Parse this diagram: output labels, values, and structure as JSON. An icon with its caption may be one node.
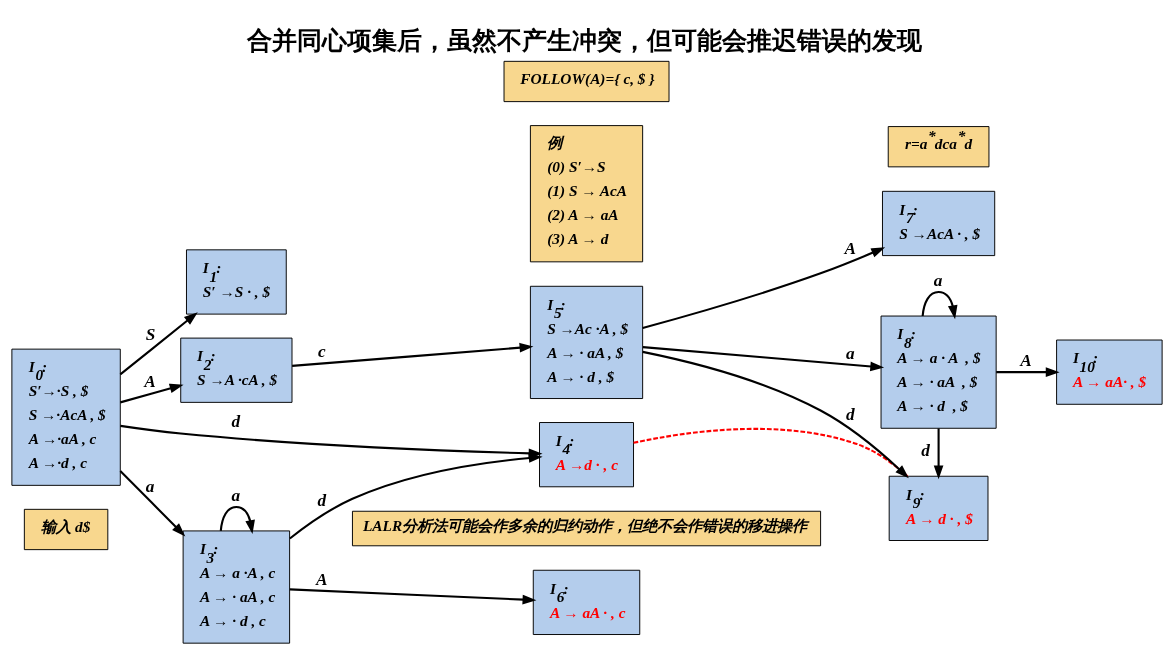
{
  "diagram": {
    "title": "合并同心项集后，虽然不产生冲突，但可能会推迟错误的发现",
    "nodes": [
      {
        "text": [
          "输入 d$"
        ]
      },
      {
        "text": [
          "I$_{0}$:",
          "S′→·S , $",
          "S →·AcA , $",
          "A →·aA , c",
          "A →·d , c"
        ]
      },
      {
        "text": [
          "I$_{1}$:",
          "S′ →S · , $"
        ]
      },
      {
        "text": [
          "I$_{2}$:",
          "S →A ·cA , $"
        ]
      },
      {
        "text": [
          "I$_{3}$:",
          "A → a ·A , c",
          "A → · aA , c",
          "A → · d , c"
        ]
      },
      {
        "text": [
          "I$_{4}$:",
          "A →d · , c"
        ]
      },
      {
        "text": [
          "例",
          "(0) S′→S",
          "(1) S → AcA",
          "(2) A → aA",
          "(3) A → d"
        ]
      },
      {
        "text": [
          "I$_{5}$:",
          "S →Ac ·A , $",
          "A → · aA , $",
          "A → · d , $"
        ]
      },
      {
        "text": [
          "I$_{6}$:",
          "A → aA · , c"
        ]
      },
      {
        "text": [
          "r=a$^{*}$dca$^{*}$d"
        ]
      },
      {
        "text": [
          "I$_{7}$:",
          "S →AcA · , $"
        ]
      },
      {
        "text": [
          "I$_{8}$:",
          "A → a · A  , $",
          "A → · aA  , $",
          "A → · d  , $"
        ]
      },
      {
        "text": [
          "I$_{9}$:",
          "A → d · , $"
        ]
      },
      {
        "text": [
          "I$_{10}$:",
          "A → aA· , $"
        ]
      },
      {
        "text": [
          "FOLLOW(A)={ c, $ }"
        ]
      },
      {
        "text": [
          "LALR分析法可能会作多余的归约动作，但绝不会作错误的移进操作"
        ]
      }
    ],
    "edges": [
      {
        "from": 1,
        "to": 2,
        "arrow": "to",
        "label": "S"
      },
      {
        "from": 1,
        "to": 3,
        "arrow": "to",
        "label": "A"
      },
      {
        "from": 1,
        "to": 4,
        "arrow": "to",
        "label": "a"
      },
      {
        "from": 1,
        "to": 5,
        "arrow": "to",
        "label": "d"
      },
      {
        "from": 3,
        "to": 7,
        "arrow": "to",
        "label": "c"
      },
      {
        "from": 4,
        "to": 5,
        "arrow": "to",
        "label": "d"
      },
      {
        "from": 4,
        "to": 8,
        "arrow": "to",
        "label": "A"
      },
      {
        "from": 4,
        "to": 4,
        "arrow": "to",
        "label": "a"
      },
      {
        "from": 7,
        "to": 10,
        "arrow": "to",
        "label": "A"
      },
      {
        "from": 7,
        "to": 11,
        "arrow": "to",
        "label": "a"
      },
      {
        "from": 7,
        "to": 12,
        "arrow": "to",
        "label": "d"
      },
      {
        "from": 11,
        "to": 13,
        "arrow": "to",
        "label": "A"
      },
      {
        "from": 11,
        "to": 11,
        "arrow": "to",
        "label": "a"
      },
      {
        "from": 11,
        "to": 12,
        "arrow": "to",
        "label": "d"
      },
      {
        "from": 5,
        "to": 12,
        "arrow": "none",
        "style": "dashed",
        "color": "#ff0000"
      }
    ]
  }
}
